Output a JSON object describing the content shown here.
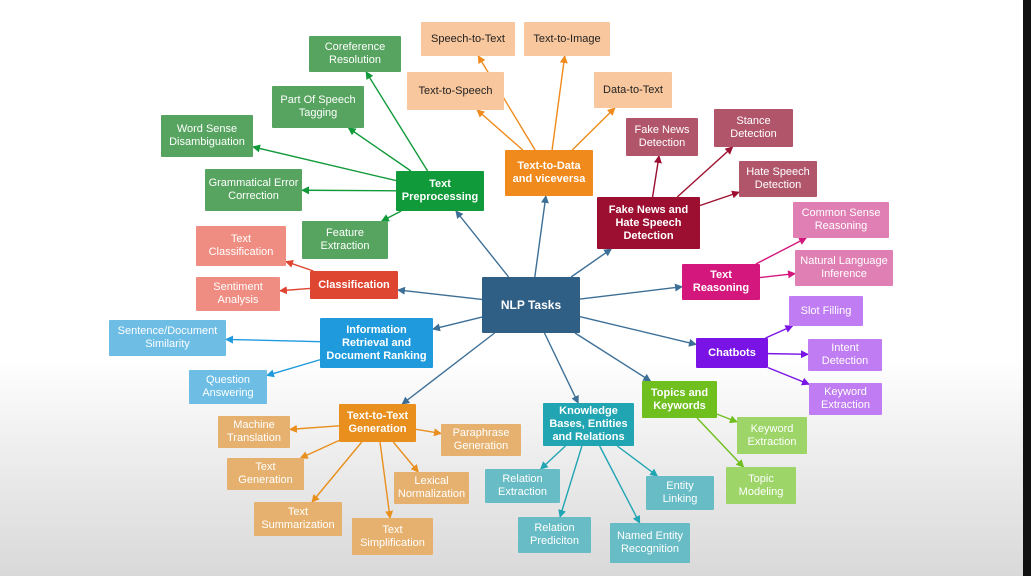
{
  "diagram": {
    "root": "NLP Tasks",
    "colors": {
      "root": "#2f5f85",
      "text_preprocessing": "#119a3a",
      "text_preprocessing_leaf": "#56a45f",
      "text_to_data": "#f08a1c",
      "text_to_data_leaf": "#f9c79d",
      "fake_news": "#9c0f30",
      "fake_news_leaf": "#b1566a",
      "text_reasoning": "#d4177d",
      "text_reasoning_leaf": "#e07fb3",
      "chatbots": "#7a13e6",
      "chatbots_leaf": "#c07cf2",
      "topics": "#6fbf1e",
      "topics_leaf": "#9dd568",
      "knowledge": "#21a5b3",
      "knowledge_leaf": "#67bcc5",
      "text_to_text": "#e88f1e",
      "text_to_text_leaf": "#e6b16e",
      "info_retrieval": "#1f9bdd",
      "info_retrieval_leaf": "#6dbde5",
      "classification": "#df4631",
      "classification_leaf": "#ef8d82"
    },
    "nodes": [
      {
        "id": "root",
        "label": "NLP Tasks",
        "group": "root",
        "kind": "root"
      },
      {
        "id": "tp",
        "label": "Text Preprocessing",
        "group": "text_preprocessing",
        "kind": "main"
      },
      {
        "id": "tp1",
        "label": "Coreference Resolution",
        "group": "text_preprocessing_leaf",
        "kind": "leaf"
      },
      {
        "id": "tp2",
        "label": "Part Of Speech Tagging",
        "group": "text_preprocessing_leaf",
        "kind": "leaf"
      },
      {
        "id": "tp3",
        "label": "Word Sense Disambiguation",
        "group": "text_preprocessing_leaf",
        "kind": "leaf"
      },
      {
        "id": "tp4",
        "label": "Grammatical Error Correction",
        "group": "text_preprocessing_leaf",
        "kind": "leaf"
      },
      {
        "id": "tp5",
        "label": "Feature Extraction",
        "group": "text_preprocessing_leaf",
        "kind": "leaf"
      },
      {
        "id": "td",
        "label": "Text-to-Data and viceversa",
        "group": "text_to_data",
        "kind": "main"
      },
      {
        "id": "td1",
        "label": "Speech-to-Text",
        "group": "text_to_data_leaf",
        "kind": "leafdark"
      },
      {
        "id": "td2",
        "label": "Text-to-Image",
        "group": "text_to_data_leaf",
        "kind": "leafdark"
      },
      {
        "id": "td3",
        "label": "Text-to-Speech",
        "group": "text_to_data_leaf",
        "kind": "leafdark"
      },
      {
        "id": "td4",
        "label": "Data-to-Text",
        "group": "text_to_data_leaf",
        "kind": "leafdark"
      },
      {
        "id": "fn",
        "label": "Fake News and Hate Speech Detection",
        "group": "fake_news",
        "kind": "main"
      },
      {
        "id": "fn1",
        "label": "Fake News Detection",
        "group": "fake_news_leaf",
        "kind": "leaf"
      },
      {
        "id": "fn2",
        "label": "Stance Detection",
        "group": "fake_news_leaf",
        "kind": "leaf"
      },
      {
        "id": "fn3",
        "label": "Hate Speech Detection",
        "group": "fake_news_leaf",
        "kind": "leaf"
      },
      {
        "id": "tr",
        "label": "Text Reasoning",
        "group": "text_reasoning",
        "kind": "main"
      },
      {
        "id": "tr1",
        "label": "Common Sense Reasoning",
        "group": "text_reasoning_leaf",
        "kind": "leaf"
      },
      {
        "id": "tr2",
        "label": "Natural Language Inference",
        "group": "text_reasoning_leaf",
        "kind": "leaf"
      },
      {
        "id": "cb",
        "label": "Chatbots",
        "group": "chatbots",
        "kind": "main"
      },
      {
        "id": "cb1",
        "label": "Slot Filling",
        "group": "chatbots_leaf",
        "kind": "leaf"
      },
      {
        "id": "cb2",
        "label": "Intent Detection",
        "group": "chatbots_leaf",
        "kind": "leaf"
      },
      {
        "id": "cb3",
        "label": "Keyword Extraction",
        "group": "chatbots_leaf",
        "kind": "leaf"
      },
      {
        "id": "tk",
        "label": "Topics and Keywords",
        "group": "topics",
        "kind": "main"
      },
      {
        "id": "tk1",
        "label": "Keyword Extraction",
        "group": "topics_leaf",
        "kind": "leaf"
      },
      {
        "id": "tk2",
        "label": "Topic Modeling",
        "group": "topics_leaf",
        "kind": "leaf"
      },
      {
        "id": "kb",
        "label": "Knowledge Bases, Entities and Relations",
        "group": "knowledge",
        "kind": "main"
      },
      {
        "id": "kb1",
        "label": "Relation Extraction",
        "group": "knowledge_leaf",
        "kind": "leaf"
      },
      {
        "id": "kb2",
        "label": "Relation Prediciton",
        "group": "knowledge_leaf",
        "kind": "leaf"
      },
      {
        "id": "kb3",
        "label": "Named Entity Recognition",
        "group": "knowledge_leaf",
        "kind": "leaf"
      },
      {
        "id": "kb4",
        "label": "Entity Linking",
        "group": "knowledge_leaf",
        "kind": "leaf"
      },
      {
        "id": "tt",
        "label": "Text-to-Text Generation",
        "group": "text_to_text",
        "kind": "main"
      },
      {
        "id": "tt1",
        "label": "Machine Translation",
        "group": "text_to_text_leaf",
        "kind": "leaf"
      },
      {
        "id": "tt2",
        "label": "Text Generation",
        "group": "text_to_text_leaf",
        "kind": "leaf"
      },
      {
        "id": "tt3",
        "label": "Text Summarization",
        "group": "text_to_text_leaf",
        "kind": "leaf"
      },
      {
        "id": "tt4",
        "label": "Text Simplification",
        "group": "text_to_text_leaf",
        "kind": "leaf"
      },
      {
        "id": "tt5",
        "label": "Lexical Normalization",
        "group": "text_to_text_leaf",
        "kind": "leaf"
      },
      {
        "id": "tt6",
        "label": "Paraphrase Generation",
        "group": "text_to_text_leaf",
        "kind": "leaf"
      },
      {
        "id": "ir",
        "label": "Information Retrieval and Document Ranking",
        "group": "info_retrieval",
        "kind": "main"
      },
      {
        "id": "ir1",
        "label": "Sentence/Document Similarity",
        "group": "info_retrieval_leaf",
        "kind": "leaf"
      },
      {
        "id": "ir2",
        "label": "Question Answering",
        "group": "info_retrieval_leaf",
        "kind": "leaf"
      },
      {
        "id": "cl",
        "label": "Classification",
        "group": "classification",
        "kind": "main"
      },
      {
        "id": "cl1",
        "label": "Text Classification",
        "group": "classification_leaf",
        "kind": "leaf"
      },
      {
        "id": "cl2",
        "label": "Sentiment Analysis",
        "group": "classification_leaf",
        "kind": "leaf"
      }
    ],
    "edges": [
      [
        "root",
        "tp"
      ],
      [
        "root",
        "td"
      ],
      [
        "root",
        "fn"
      ],
      [
        "root",
        "tr"
      ],
      [
        "root",
        "cb"
      ],
      [
        "root",
        "tk"
      ],
      [
        "root",
        "kb"
      ],
      [
        "root",
        "tt"
      ],
      [
        "root",
        "ir"
      ],
      [
        "root",
        "cl"
      ],
      [
        "tp",
        "tp1"
      ],
      [
        "tp",
        "tp2"
      ],
      [
        "tp",
        "tp3"
      ],
      [
        "tp",
        "tp4"
      ],
      [
        "tp",
        "tp5"
      ],
      [
        "td",
        "td1"
      ],
      [
        "td",
        "td2"
      ],
      [
        "td",
        "td3"
      ],
      [
        "td",
        "td4"
      ],
      [
        "fn",
        "fn1"
      ],
      [
        "fn",
        "fn2"
      ],
      [
        "fn",
        "fn3"
      ],
      [
        "tr",
        "tr1"
      ],
      [
        "tr",
        "tr2"
      ],
      [
        "cb",
        "cb1"
      ],
      [
        "cb",
        "cb2"
      ],
      [
        "cb",
        "cb3"
      ],
      [
        "tk",
        "tk1"
      ],
      [
        "tk",
        "tk2"
      ],
      [
        "kb",
        "kb1"
      ],
      [
        "kb",
        "kb2"
      ],
      [
        "kb",
        "kb3"
      ],
      [
        "kb",
        "kb4"
      ],
      [
        "tt",
        "tt1"
      ],
      [
        "tt",
        "tt2"
      ],
      [
        "tt",
        "tt3"
      ],
      [
        "tt",
        "tt4"
      ],
      [
        "tt",
        "tt5"
      ],
      [
        "tt",
        "tt6"
      ],
      [
        "ir",
        "ir1"
      ],
      [
        "ir",
        "ir2"
      ],
      [
        "cl",
        "cl1"
      ],
      [
        "cl",
        "cl2"
      ]
    ]
  }
}
